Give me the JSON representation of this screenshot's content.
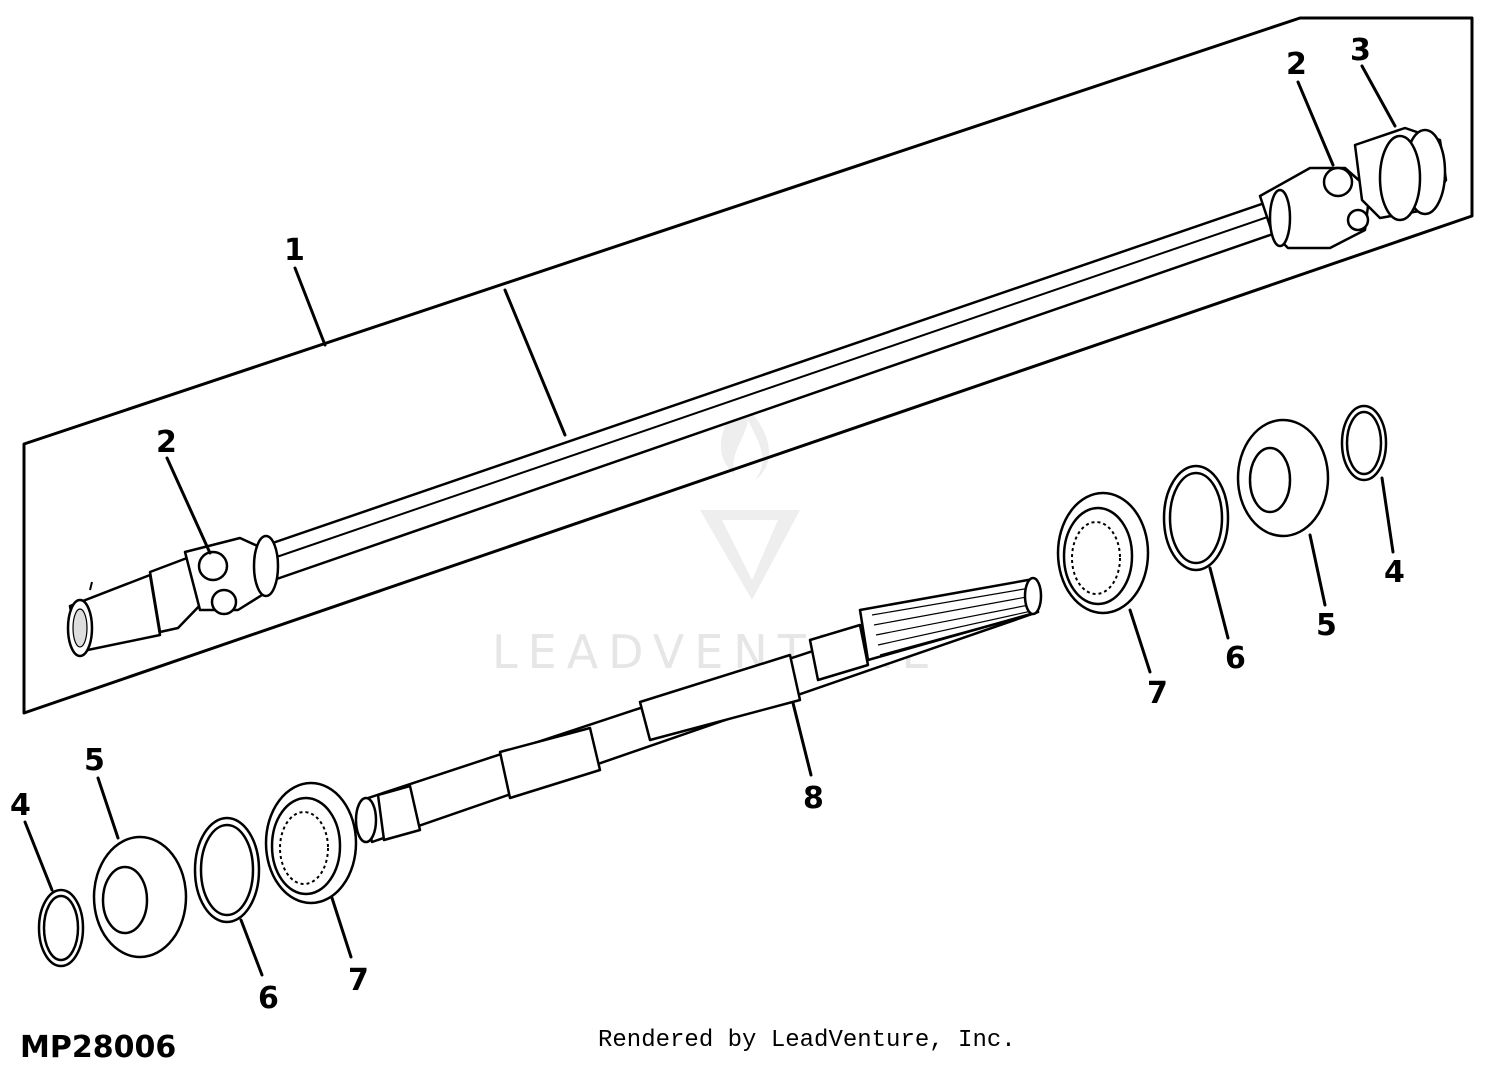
{
  "figure_id": "MP28006",
  "credit": "Rendered by LeadVenture, Inc.",
  "watermark": "LEADVENTURE",
  "callouts": [
    {
      "id": "c1",
      "text": "1"
    },
    {
      "id": "c2a",
      "text": "2"
    },
    {
      "id": "c2b",
      "text": "2"
    },
    {
      "id": "c3",
      "text": "3"
    },
    {
      "id": "c4a",
      "text": "4"
    },
    {
      "id": "c4b",
      "text": "4"
    },
    {
      "id": "c5a",
      "text": "5"
    },
    {
      "id": "c5b",
      "text": "5"
    },
    {
      "id": "c6a",
      "text": "6"
    },
    {
      "id": "c6b",
      "text": "6"
    },
    {
      "id": "c7a",
      "text": "7"
    },
    {
      "id": "c7b",
      "text": "7"
    },
    {
      "id": "c8",
      "text": "8"
    }
  ]
}
